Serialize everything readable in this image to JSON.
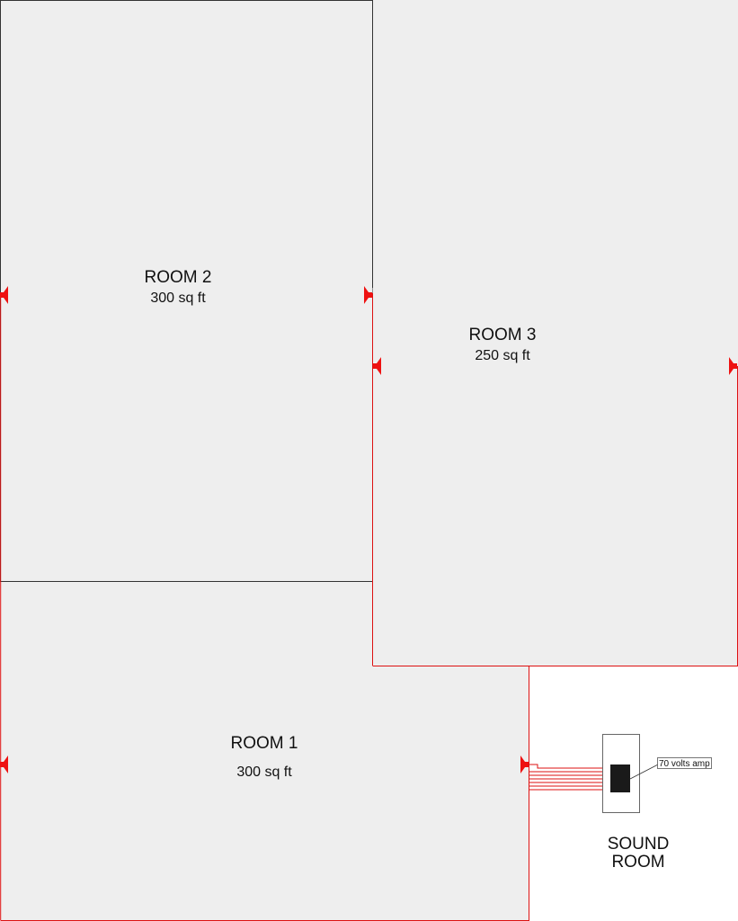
{
  "rooms": [
    {
      "id": "room2",
      "name": "ROOM 2",
      "area": "300 sq ft"
    },
    {
      "id": "room3",
      "name": "ROOM 3",
      "area": "250 sq ft"
    },
    {
      "id": "room1",
      "name": "ROOM 1",
      "area": "300 sq ft"
    }
  ],
  "sound_room": {
    "line1": "SOUND",
    "line2": "ROOM"
  },
  "amplifier": {
    "label": "70 volts amp"
  },
  "colors": {
    "room_fill": "#eeeeee",
    "wall": "#333333",
    "wiring": "#dd1111",
    "speaker": "#ee1111",
    "amp_body": "#1a1a1a"
  },
  "speaker_count": 6
}
